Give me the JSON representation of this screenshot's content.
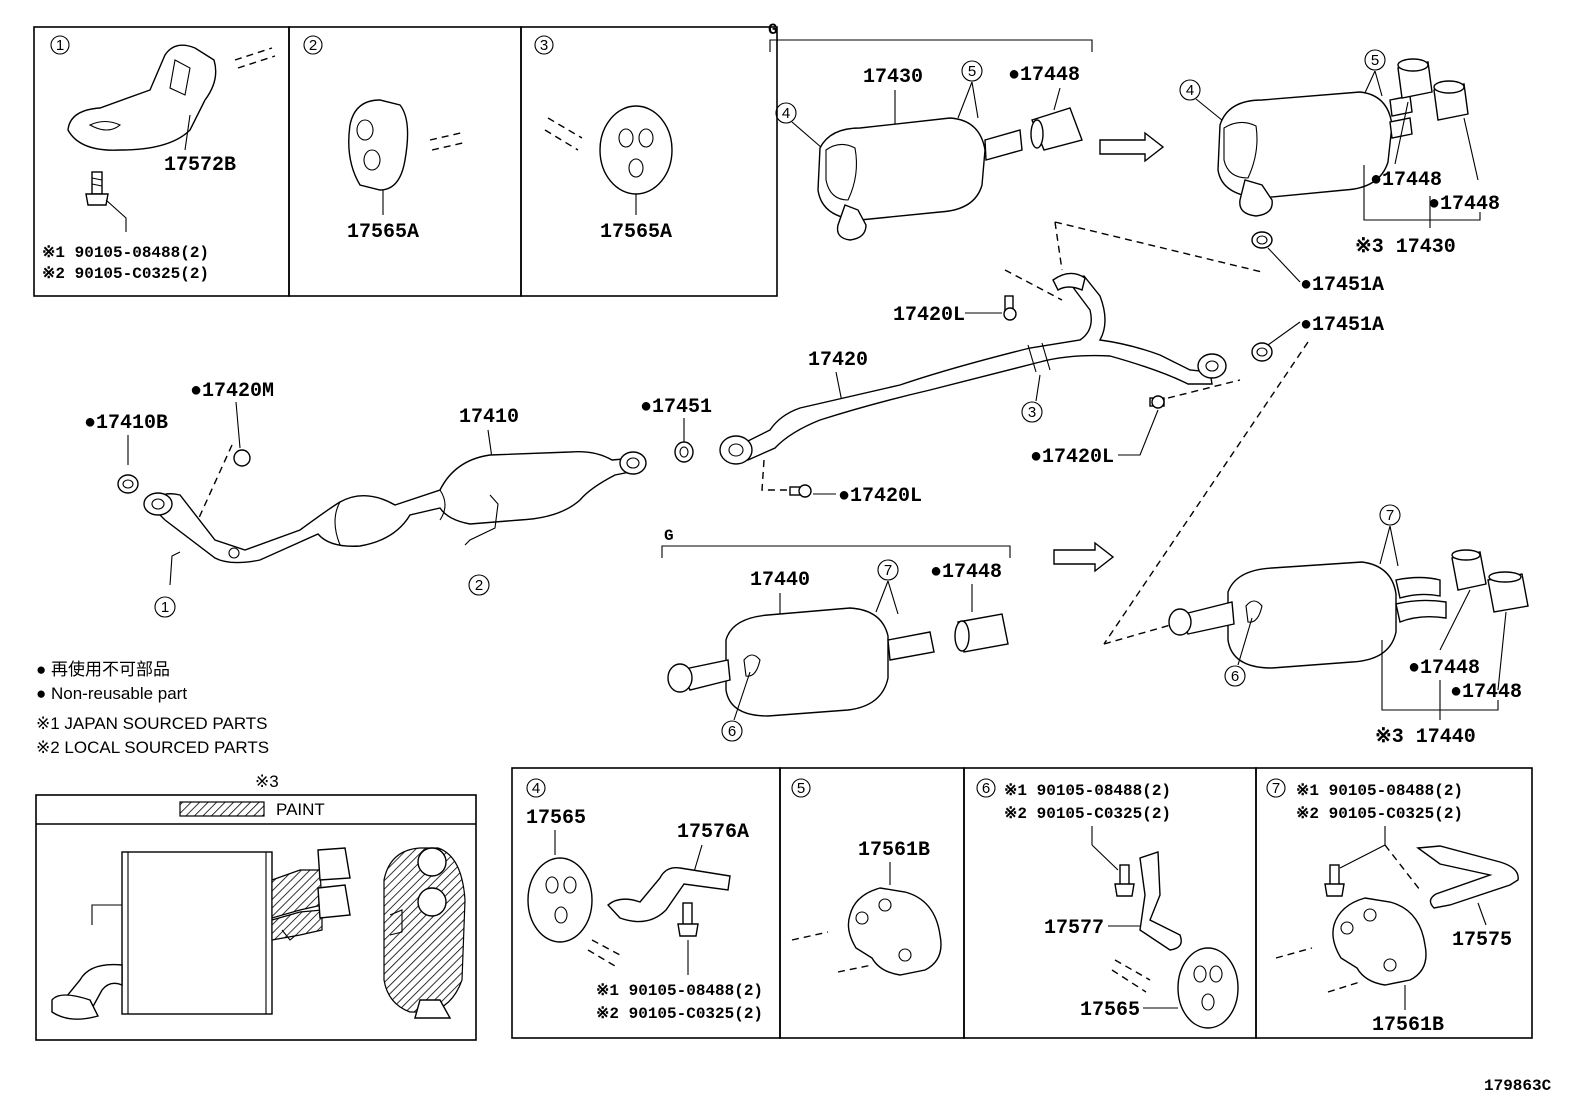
{
  "callouts": [
    "1",
    "2",
    "3",
    "4",
    "5",
    "6",
    "7"
  ],
  "group_letter": "G",
  "top_boxes": {
    "box1": {
      "number": "1",
      "part": "17572B",
      "bolt1": "※1 90105-08488(2)",
      "bolt2": "※2 90105-C0325(2)"
    },
    "box2": {
      "number": "2",
      "part": "17565A"
    },
    "box3": {
      "number": "3",
      "part": "17565A"
    }
  },
  "rear_muffler_top": {
    "group": "G",
    "part": "17430",
    "tip": "●17448",
    "callout4": "4",
    "callout5": "5"
  },
  "rear_muffler_top_alt": {
    "callout4": "4",
    "callout5": "5",
    "tip1": "●17448",
    "tip2": "●17448",
    "note": "※3 17430",
    "gasket": "●17451A"
  },
  "center_pipe": {
    "part": "17420",
    "bolt_top": "17420L",
    "bolt_mid": "●17420L",
    "bolt_low": "●17420L",
    "gasket_right": "●17451A",
    "callout3": "3"
  },
  "front_pipe": {
    "part": "17410",
    "gasket": "●17410B",
    "nut": "●17420M",
    "gasket2": "●17451",
    "callout1": "1",
    "callout2": "2"
  },
  "rear_muffler_bottom": {
    "group": "G",
    "part": "17440",
    "tip": "●17448",
    "callout6": "6",
    "callout7": "7"
  },
  "rear_muffler_bottom_alt": {
    "callout6": "6",
    "callout7": "7",
    "tip1": "●17448",
    "tip2": "●17448",
    "note": "※3 17440"
  },
  "legend": {
    "jp": "● 再使用不可部品",
    "en": "● Non-reusable part",
    "note1": "※1 JAPAN SOURCED PARTS",
    "note2": "※2 LOCAL SOURCED PARTS"
  },
  "paint_box": {
    "ref": "※3",
    "label": "PAINT"
  },
  "bottom_boxes": {
    "box4": {
      "number": "4",
      "part_a": "17565",
      "part_b": "17576A",
      "bolt1": "※1 90105-08488(2)",
      "bolt2": "※2 90105-C0325(2)"
    },
    "box5": {
      "number": "5",
      "part": "17561B"
    },
    "box6": {
      "number": "6",
      "bolt1": "※1 90105-08488(2)",
      "bolt2": "※2 90105-C0325(2)",
      "part_a": "17577",
      "part_b": "17565"
    },
    "box7": {
      "number": "7",
      "bolt1": "※1 90105-08488(2)",
      "bolt2": "※2 90105-C0325(2)",
      "part_a": "17575",
      "part_b": "17561B"
    }
  },
  "figure_id": "179863C"
}
